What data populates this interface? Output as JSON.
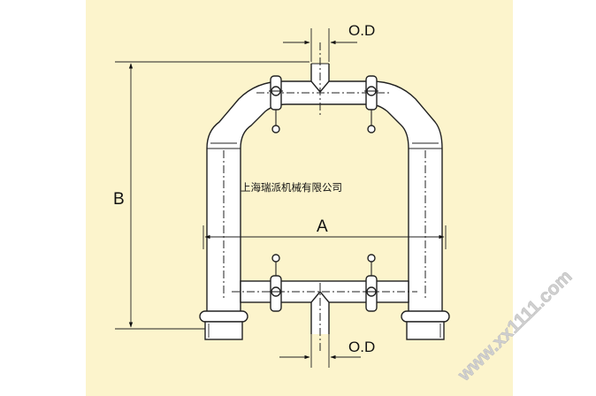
{
  "colors": {
    "panel_bg": "#fcf4cc",
    "page_bg": "#ffffff",
    "line": "#222222",
    "watermark": "#c8c8c8"
  },
  "labels": {
    "od_top": "O.D",
    "od_bottom": "O.D",
    "dimension_a": "A",
    "dimension_b": "B",
    "company": "上海瑞派机械有限公司",
    "watermark": "www.xx1111.com"
  }
}
